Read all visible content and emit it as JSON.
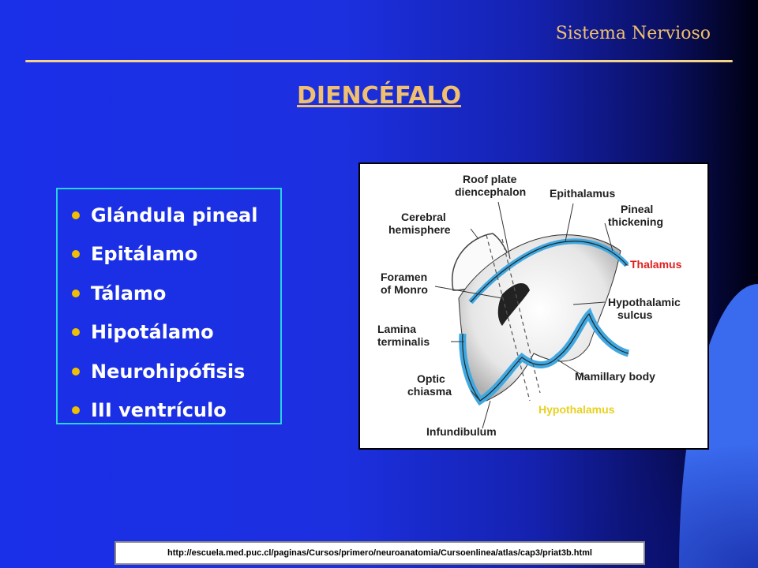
{
  "header": {
    "section": "Sistema Nervioso"
  },
  "title": "DIENCÉFALO",
  "list": [
    "Glándula pineal",
    "Epitálamo",
    "Tálamo",
    "Hipotálamo",
    "Neurohipófisis",
    "III ventrículo"
  ],
  "diagram": {
    "labels": {
      "roof_plate_1": "Roof plate",
      "roof_plate_2": "diencephalon",
      "epithalamus": "Epithalamus",
      "cerebral_1": "Cerebral",
      "cerebral_2": "hemisphere",
      "pineal_1": "Pineal",
      "pineal_2": "thickening",
      "thalamus": "Thalamus",
      "foramen_1": "Foramen",
      "foramen_2": "of Monro",
      "hypothalamic_1": "Hypothalamic",
      "hypothalamic_2": "sulcus",
      "lamina_1": "Lamina",
      "lamina_2": "terminalis",
      "optic_1": "Optic",
      "optic_2": "chiasma",
      "mamillary": "Mamillary body",
      "hypothalamus": "Hypothalamus",
      "infundibulum": "Infundibulum"
    },
    "colors": {
      "thalamus": "#e02020",
      "hypothalamus": "#e8d020",
      "ventricle": "#40a8e0"
    }
  },
  "source_url": "http://escuela.med.puc.cl/paginas/Cursos/primero/neuroanatomia/Cursoenlinea/atlas/cap3/priat3b.html"
}
